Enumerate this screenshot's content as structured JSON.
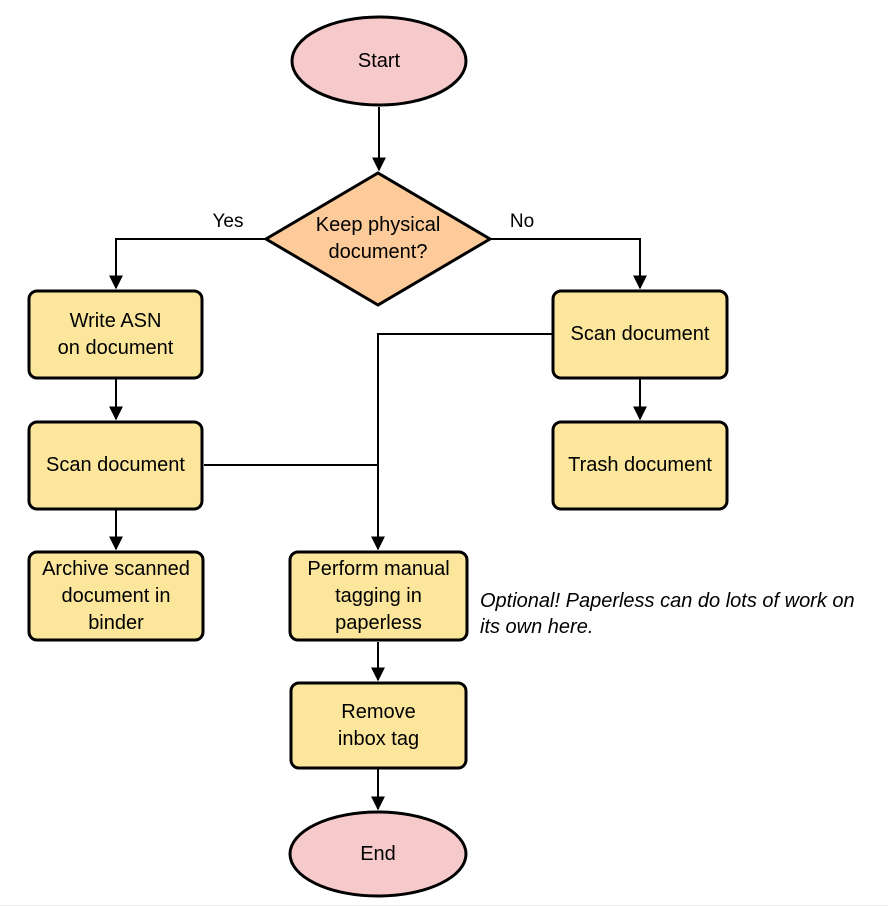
{
  "colors": {
    "terminator_fill": "#f6caca",
    "decision_fill": "#fccb99",
    "process_fill": "#fbe69c",
    "stroke": "#000000",
    "background": "#ffffff"
  },
  "nodes": {
    "start": {
      "type": "terminator",
      "label": "Start",
      "lines": [
        "Start"
      ]
    },
    "decision": {
      "type": "decision",
      "label": "Keep physical document?",
      "lines": [
        "Keep physical",
        "document?"
      ]
    },
    "write_asn": {
      "type": "process",
      "label": "Write ASN on document",
      "lines": [
        "Write ASN",
        "on document"
      ]
    },
    "scan_left": {
      "type": "process",
      "label": "Scan document",
      "lines": [
        "Scan document"
      ]
    },
    "archive": {
      "type": "process",
      "label": "Archive scanned document in binder",
      "lines": [
        "Archive scanned",
        "document in",
        "binder"
      ]
    },
    "scan_right": {
      "type": "process",
      "label": "Scan document",
      "lines": [
        "Scan document"
      ]
    },
    "trash": {
      "type": "process",
      "label": "Trash document",
      "lines": [
        "Trash document"
      ]
    },
    "tagging": {
      "type": "process",
      "label": "Perform manual tagging in paperless",
      "lines": [
        "Perform manual",
        "tagging in",
        "paperless"
      ]
    },
    "remove_inbox": {
      "type": "process",
      "label": "Remove inbox tag",
      "lines": [
        "Remove",
        "inbox tag"
      ]
    },
    "end": {
      "type": "terminator",
      "label": "End",
      "lines": [
        "End"
      ]
    }
  },
  "edge_labels": {
    "yes": "Yes",
    "no": "No"
  },
  "note": {
    "full_text": "Optional! Paperless can do lots of work on its own here.",
    "line1": "Optional! Paperless can do lots of work on",
    "line2": "its own here."
  }
}
